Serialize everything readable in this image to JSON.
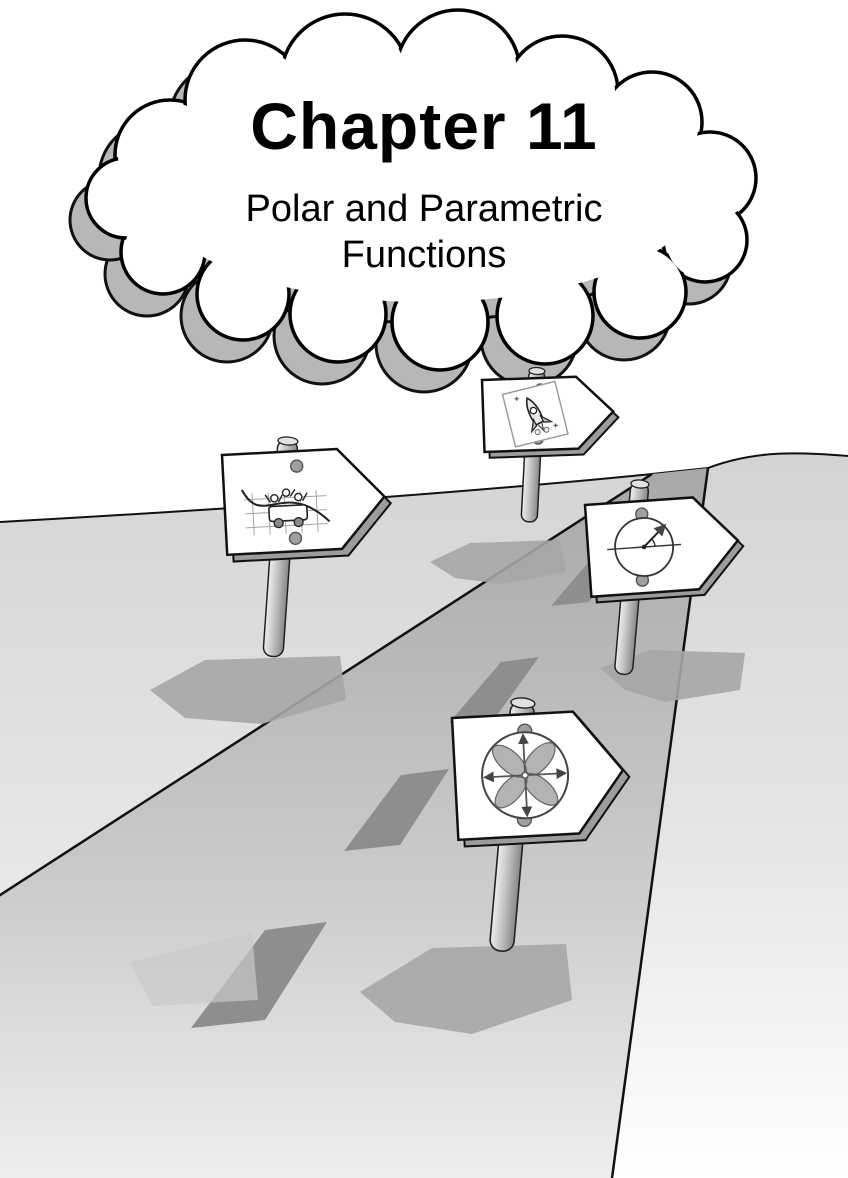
{
  "chapter": {
    "title": "Chapter 11",
    "subtitle_line1": "Polar and Parametric",
    "subtitle_line2": "Functions"
  },
  "illustration": {
    "signs": [
      {
        "icon": "cart-on-graph-cartoon-icon"
      },
      {
        "icon": "rocket-cartoon-icon"
      },
      {
        "icon": "polar-vector-diagram-icon"
      },
      {
        "icon": "rose-curve-compass-icon"
      }
    ],
    "colors": {
      "road_dash": "#8e8e8e",
      "shadow": "#a6a6a6",
      "cloud_shadow": "#b7b7b7",
      "sign_face": "#ffffff",
      "sign_edge": "#9c9c9c"
    }
  }
}
